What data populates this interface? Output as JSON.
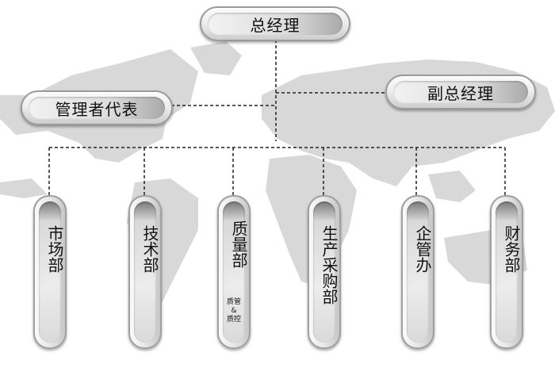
{
  "top": {
    "label": "总经理"
  },
  "left_staff": {
    "label": "管理者代表"
  },
  "right_staff": {
    "label": "副总经理"
  },
  "departments": [
    {
      "label": "市场部"
    },
    {
      "label": "技术部"
    },
    {
      "label": "质量部",
      "note": "质管\n&\n质控"
    },
    {
      "label": "生产采购部"
    },
    {
      "label": "企管办"
    },
    {
      "label": "财务部"
    }
  ]
}
